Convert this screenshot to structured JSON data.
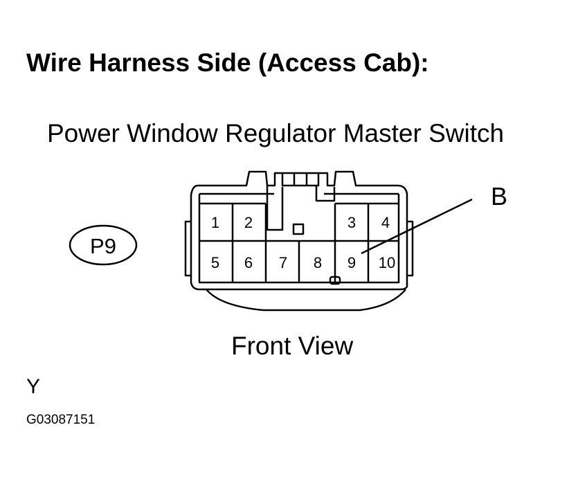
{
  "heading": "Wire Harness Side (Access Cab):",
  "component_name": "Power Window Regulator Master Switch",
  "connector_code": "P9",
  "terminal_callout": "B",
  "view_label": "Front View",
  "wire_color": "Y",
  "figure_code": "G03087151",
  "terminals": {
    "t1": "1",
    "t2": "2",
    "t3": "3",
    "t4": "4",
    "t5": "5",
    "t6": "6",
    "t7": "7",
    "t8": "8",
    "t9": "9",
    "t10": "10"
  }
}
